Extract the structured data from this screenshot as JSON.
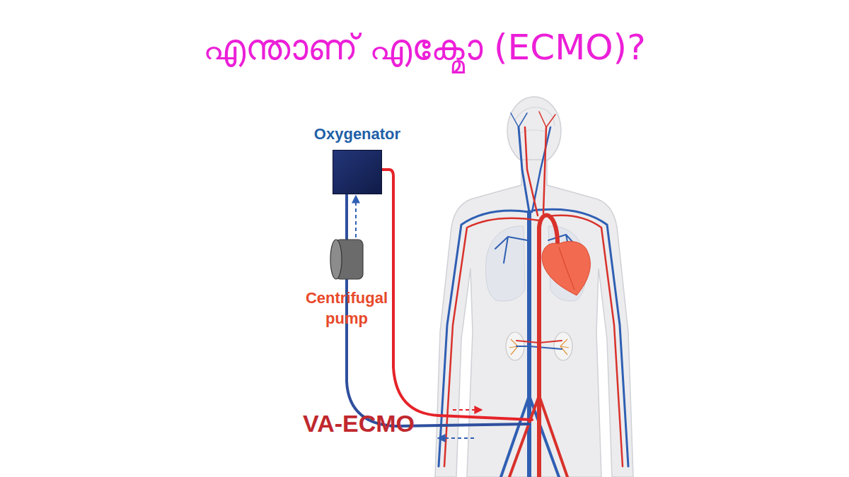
{
  "diagram": {
    "title": "എന്താണ് എക്മോ (ECMO)?",
    "nodes": [
      {
        "text": [
          "Oxygenator"
        ]
      },
      {
        "text": [
          "Centrifugal pump"
        ]
      }
    ],
    "edges": [
      {
        "from": 1,
        "to": 0,
        "arrow": "to"
      }
    ],
    "labels": [
      "VA-ECMO"
    ]
  }
}
